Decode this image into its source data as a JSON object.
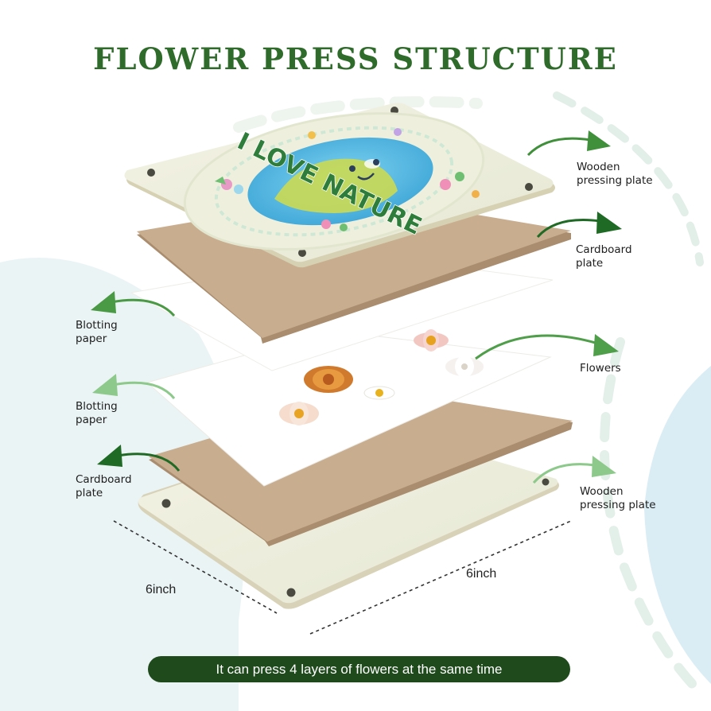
{
  "page": {
    "title": "FLOWER PRESS STRUCTURE",
    "banner_text": "It can press 4 layers of flowers at the same time"
  },
  "plate_artwork": {
    "text": "I LOVE NATURE"
  },
  "labels": {
    "wooden_top": "Wooden\npressing plate",
    "cardboard_top": "Cardboard\nplate",
    "blotting_top": "Blotting\npaper",
    "flowers": "Flowers",
    "blotting_bottom": "Blotting\npaper",
    "cardboard_bottom": "Cardboard\nplate",
    "wooden_bottom": "Wooden\npressing plate"
  },
  "dimensions": {
    "left": "6inch",
    "right": "6inch"
  },
  "colors": {
    "title": "#2f6b2a",
    "banner_bg": "#1f4a1c",
    "arrow_dark": "#3f8f3b",
    "arrow_light": "#7cc07a",
    "cardboard": "#c7ab8c",
    "wood": "#eceedd",
    "paper": "#ffffff"
  },
  "icons": {
    "arrows": "curved-arrow-icon",
    "flowers": "daisy-flower-icon",
    "globe": "smiling-earth-icon"
  }
}
